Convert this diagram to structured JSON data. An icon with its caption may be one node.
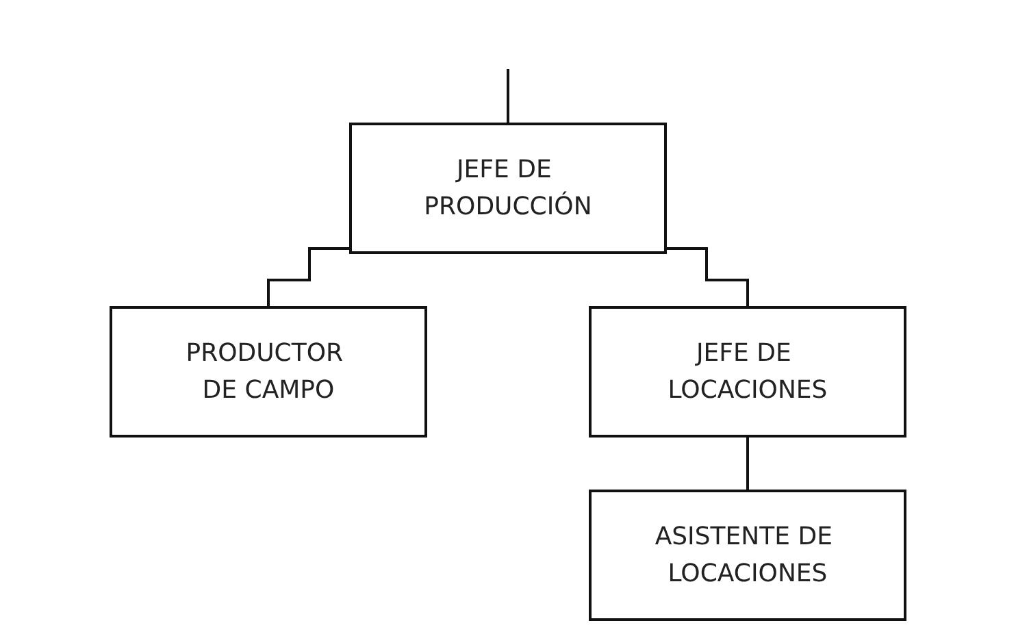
{
  "diagram": {
    "nodes": [
      {
        "text": [
          "JEFE DE PRODUCCIÓN"
        ]
      },
      {
        "text": [
          "PRODUCTOR DE CAMPO"
        ]
      },
      {
        "text": [
          "JEFE DE LOCACIONES"
        ]
      },
      {
        "text": [
          "ASISTENTE DE LOCACIONES"
        ]
      }
    ],
    "edges": [
      {
        "from": null,
        "to": 0,
        "arrow": "none"
      },
      {
        "from": 0,
        "to": 1,
        "arrow": "none"
      },
      {
        "from": 0,
        "to": 2,
        "arrow": "none"
      },
      {
        "from": 2,
        "to": 3,
        "arrow": "none"
      }
    ]
  }
}
